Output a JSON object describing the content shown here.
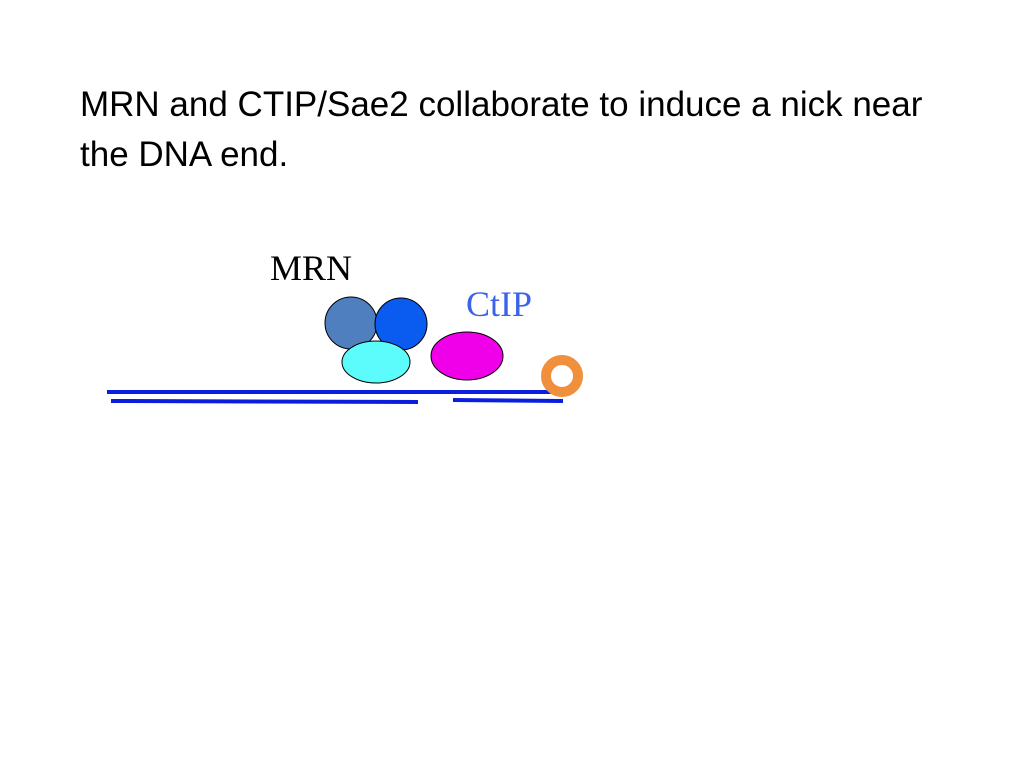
{
  "slide": {
    "title": "MRN and CTIP/Sae2 collaborate to induce a nick near the DNA end."
  },
  "diagram": {
    "labels": {
      "mrn": "MRN",
      "ctip": "CtIP"
    },
    "colors": {
      "dna_strand": "#0a1ee0",
      "mrn_subunit_left": "#4f7fbf",
      "mrn_subunit_right": "#0a5cf0",
      "mrn_subunit_bottom": "#5cfcfc",
      "ctip_protein": "#f000e8",
      "dna_end_marker": "#f0903c",
      "ctip_label": "#3a63e8",
      "mrn_label": "#000000"
    }
  }
}
